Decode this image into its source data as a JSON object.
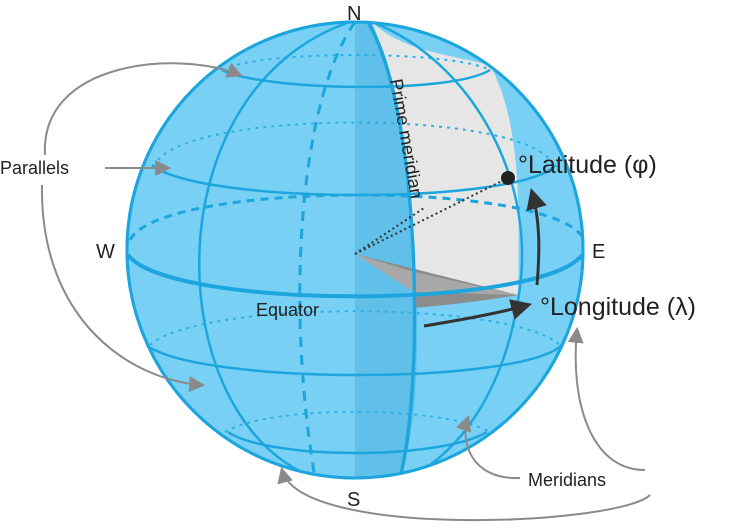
{
  "labels": {
    "north": "N",
    "south": "S",
    "west": "W",
    "east": "E",
    "parallels": "Parallels",
    "meridians": "Meridians",
    "equator": "Equator",
    "prime_meridian": "Prime meridian",
    "latitude": "°Latitude (φ)",
    "longitude": "°Longitude (λ)"
  },
  "colors": {
    "globe_fill": "#6CCCF4",
    "globe_line": "#1DA6DE",
    "back_line": "#2BB0E6",
    "shade": "#D9D9D9",
    "wedge": "#8C8C8C",
    "arrow": "#333333",
    "callout": "#8A8A8A",
    "text": "#222222"
  }
}
